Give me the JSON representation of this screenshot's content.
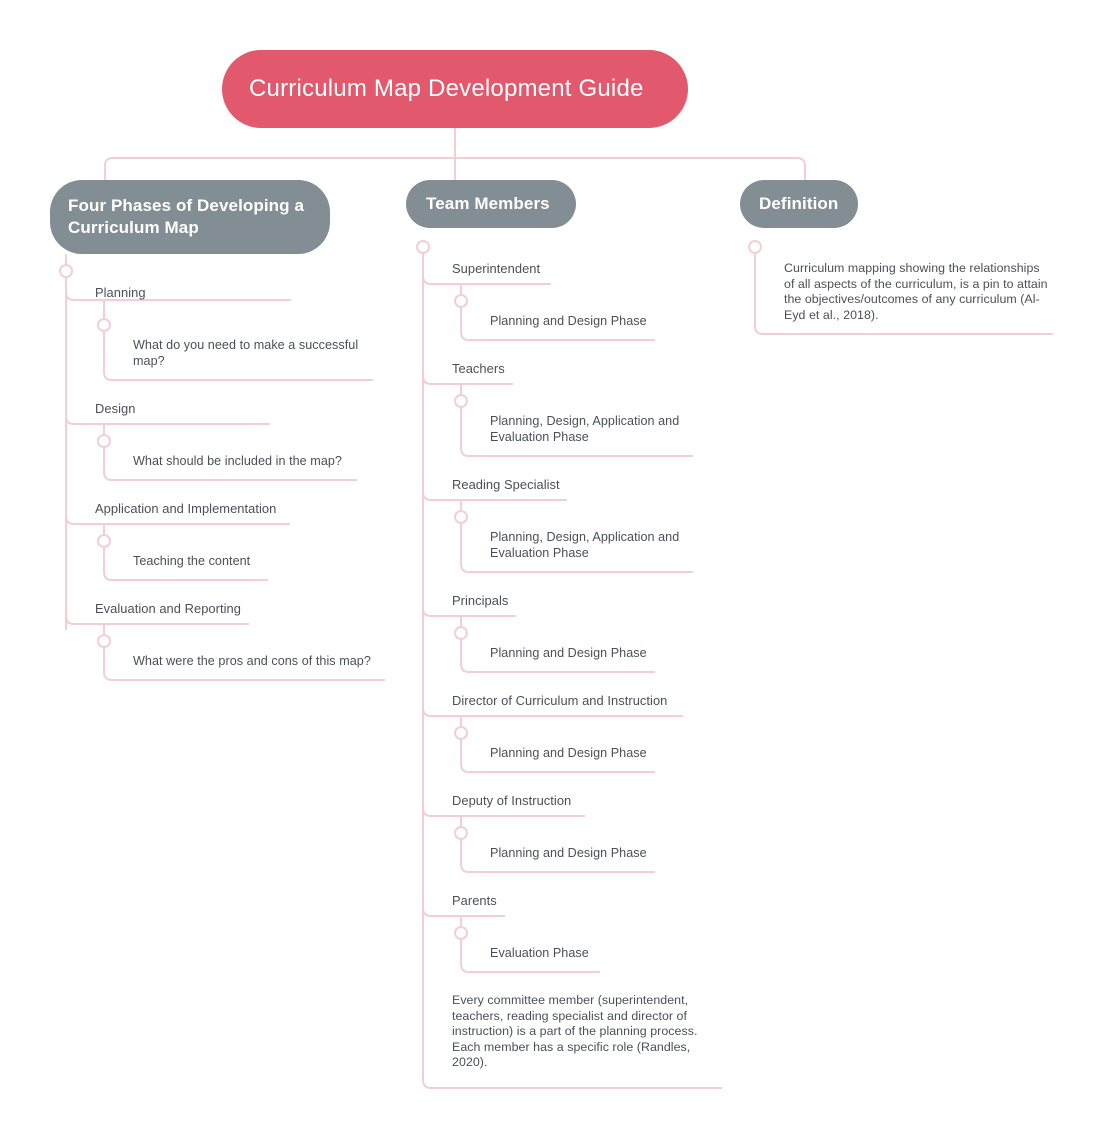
{
  "root": {
    "label": "Curriculum Map Development Guide",
    "color": "#e2586c",
    "text_color": "#ffffff"
  },
  "theme": {
    "branch_node_color": "#838d94",
    "connector_color": "#f2ced6",
    "text_color": "#4a5059",
    "background": "#ffffff"
  },
  "branches": [
    {
      "id": "four-phases",
      "label": "Four Phases of Developing a Curriculum Map",
      "items": [
        {
          "label": "Planning",
          "detail": "What do you need to make a successful map?"
        },
        {
          "label": "Design",
          "detail": "What should be included in the map?"
        },
        {
          "label": "Application and Implementation",
          "detail": "Teaching the content"
        },
        {
          "label": "Evaluation and Reporting",
          "detail": "What were the pros and cons of this map?"
        }
      ]
    },
    {
      "id": "team-members",
      "label": "Team Members",
      "items": [
        {
          "label": "Superintendent",
          "detail": "Planning and Design Phase"
        },
        {
          "label": "Teachers",
          "detail": "Planning, Design, Application and Evaluation Phase"
        },
        {
          "label": "Reading Specialist",
          "detail": "Planning, Design, Application and Evaluation Phase"
        },
        {
          "label": "Principals",
          "detail": "Planning and Design Phase"
        },
        {
          "label": "Director of Curriculum and Instruction",
          "detail": "Planning and Design Phase"
        },
        {
          "label": "Deputy of Instruction",
          "detail": "Planning and Design Phase"
        },
        {
          "label": "Parents",
          "detail": "Evaluation Phase"
        }
      ],
      "note": "Every committee member (superintendent, teachers, reading specialist and director of instruction) is a part of the planning process. Each member has a specific role (Randles, 2020)."
    },
    {
      "id": "definition",
      "label": "Definition",
      "note": "Curriculum mapping showing the relationships of all aspects of the curriculum, is a pin to attain the objectives/outcomes of any curriculum (Al-Eyd et al., 2018)."
    }
  ]
}
